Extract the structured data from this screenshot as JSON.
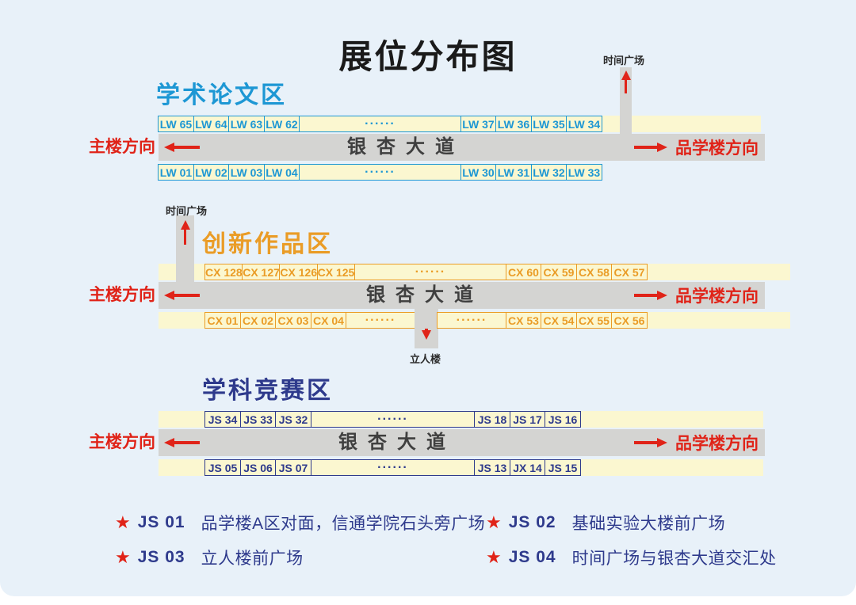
{
  "title": "展位分布图",
  "labels": {
    "road": "银杏大道",
    "dir_left": "主楼方向",
    "dir_right": "品学楼方向",
    "time_plaza": "时间广场",
    "liren_building": "立人楼",
    "dots": "......"
  },
  "colors": {
    "background": "#E8F1F9",
    "band_yellow": "#FBF7D0",
    "road_gray": "#D4D4D2",
    "blue": "#1D97D4",
    "orange": "#EA9C26",
    "navy": "#2E3A8C",
    "red": "#E02318",
    "title_black": "#1A1A1A",
    "road_text": "#3F3F3F"
  },
  "sections": [
    {
      "id": "academic-papers",
      "title": "学术论文区",
      "accent": "#1D97D4",
      "top_cells": [
        {
          "type": "booth",
          "label": "LW 65"
        },
        {
          "type": "booth",
          "label": "LW 64"
        },
        {
          "type": "booth",
          "label": "LW 63"
        },
        {
          "type": "booth",
          "label": "LW 62"
        },
        {
          "type": "dots"
        },
        {
          "type": "booth",
          "label": "LW 37"
        },
        {
          "type": "booth",
          "label": "LW 36"
        },
        {
          "type": "booth",
          "label": "LW 35"
        },
        {
          "type": "booth",
          "label": "LW 34"
        }
      ],
      "bottom_cells": [
        {
          "type": "booth",
          "label": "LW 01"
        },
        {
          "type": "booth",
          "label": "LW 02"
        },
        {
          "type": "booth",
          "label": "LW 03"
        },
        {
          "type": "booth",
          "label": "LW 04"
        },
        {
          "type": "dots"
        },
        {
          "type": "booth",
          "label": "LW 30"
        },
        {
          "type": "booth",
          "label": "LW 31"
        },
        {
          "type": "booth",
          "label": "LW 32"
        },
        {
          "type": "booth",
          "label": "LW 33"
        }
      ]
    },
    {
      "id": "innovation-works",
      "title": "创新作品区",
      "accent": "#EA9C26",
      "top_cells": [
        {
          "type": "booth",
          "label": "CX 128"
        },
        {
          "type": "booth",
          "label": "CX 127"
        },
        {
          "type": "booth",
          "label": "CX 126"
        },
        {
          "type": "booth",
          "label": "CX 125"
        },
        {
          "type": "dots"
        },
        {
          "type": "booth",
          "label": "CX 60"
        },
        {
          "type": "booth",
          "label": "CX 59"
        },
        {
          "type": "booth",
          "label": "CX 58"
        },
        {
          "type": "booth",
          "label": "CX 57"
        }
      ],
      "bottom_cells": [
        {
          "type": "booth",
          "label": "CX 01"
        },
        {
          "type": "booth",
          "label": "CX 02"
        },
        {
          "type": "booth",
          "label": "CX 03"
        },
        {
          "type": "booth",
          "label": "CX 04"
        },
        {
          "type": "dots"
        },
        {
          "type": "gap"
        },
        {
          "type": "dots"
        },
        {
          "type": "booth",
          "label": "CX 53"
        },
        {
          "type": "booth",
          "label": "CX 54"
        },
        {
          "type": "booth",
          "label": "CX 55"
        },
        {
          "type": "booth",
          "label": "CX 56"
        }
      ]
    },
    {
      "id": "subject-competitions",
      "title": "学科竞赛区",
      "accent": "#2E3A8C",
      "top_cells": [
        {
          "type": "booth",
          "label": "JS 34"
        },
        {
          "type": "booth",
          "label": "JS 33"
        },
        {
          "type": "booth",
          "label": "JS 32"
        },
        {
          "type": "dots"
        },
        {
          "type": "booth",
          "label": "JS 18"
        },
        {
          "type": "booth",
          "label": "JS 17"
        },
        {
          "type": "booth",
          "label": "JS 16"
        }
      ],
      "bottom_cells": [
        {
          "type": "booth",
          "label": "JS 05"
        },
        {
          "type": "booth",
          "label": "JS 06"
        },
        {
          "type": "booth",
          "label": "JS 07"
        },
        {
          "type": "dots"
        },
        {
          "type": "booth",
          "label": "JS 13"
        },
        {
          "type": "booth",
          "label": "JX 14"
        },
        {
          "type": "booth",
          "label": "JS 15"
        }
      ]
    }
  ],
  "legend": [
    {
      "code": "JS 01",
      "desc": "品学楼A区对面，信通学院石头旁广场"
    },
    {
      "code": "JS 02",
      "desc": "基础实验大楼前广场"
    },
    {
      "code": "JS 03",
      "desc": "立人楼前广场"
    },
    {
      "code": "JS 04",
      "desc": "时间广场与银杏大道交汇处"
    }
  ]
}
